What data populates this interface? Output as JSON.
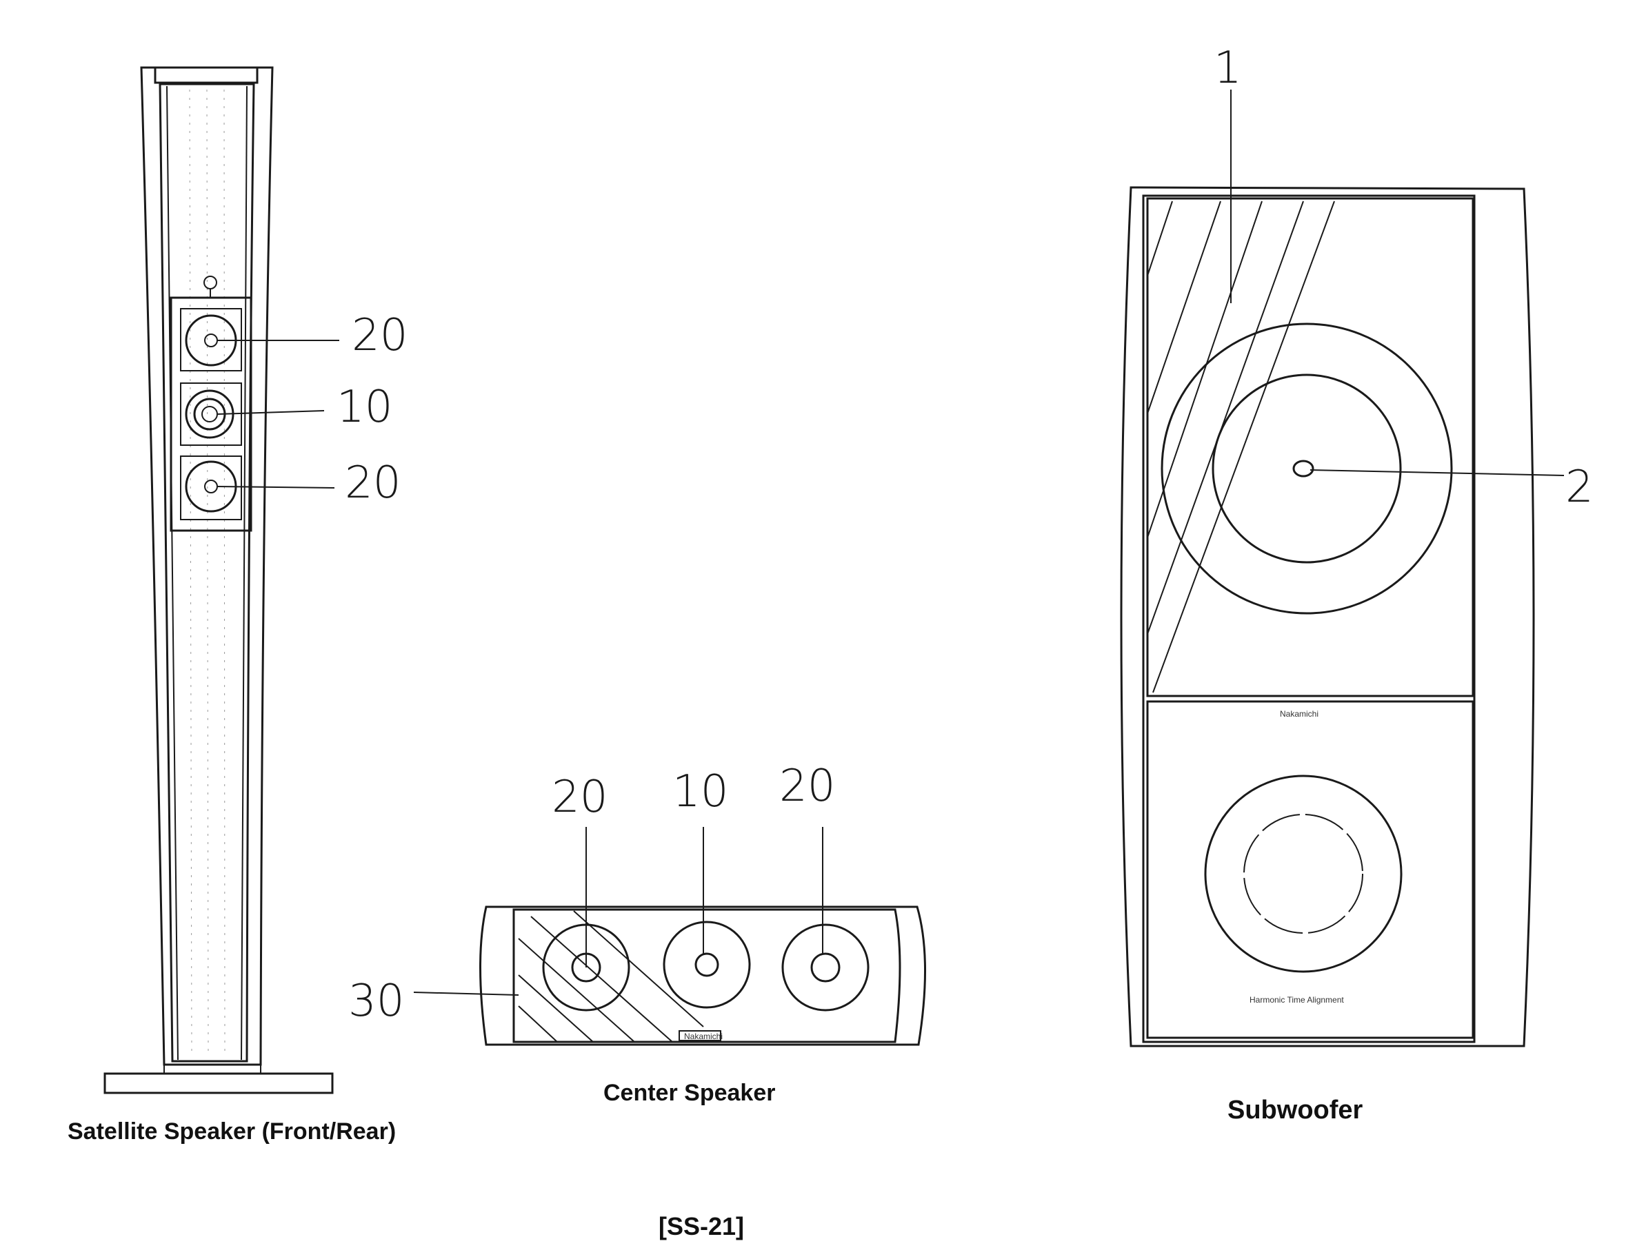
{
  "captions": {
    "satellite": "Satellite Speaker (Front/Rear)",
    "center": "Center Speaker",
    "subwoofer": "Subwoofer",
    "model": "[SS-21]"
  },
  "callouts": {
    "sat_top": "20",
    "sat_mid": "10",
    "sat_bottom": "20",
    "center_left": "20",
    "center_mid": "10",
    "center_right": "20",
    "center_grille": "30",
    "sub_grille": "1",
    "sub_driver": "2"
  },
  "logos": {
    "sub_brand": "Nakamichi",
    "sub_tagline": "Harmonic Time Alignment",
    "center_brand": "Nakamichi"
  }
}
